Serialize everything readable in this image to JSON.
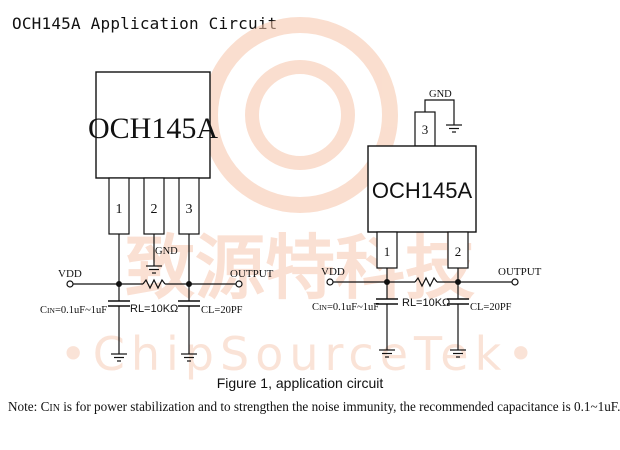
{
  "title": "OCH145A Application Circuit",
  "watermark": {
    "chinese": "致源特科技",
    "latin": "•ChipSourceTek•",
    "color": "#f7c7b0"
  },
  "left_circuit": {
    "chip_label": "OCH145A",
    "pins": [
      "1",
      "2",
      "3"
    ],
    "gnd_label": "GND",
    "vdd_label": "VDD",
    "output_label": "OUTPUT",
    "cin_prefix": "C",
    "cin_sub": "IN",
    "cin_value": "=0.1uF~1uF",
    "rl_label": "RL=10KΩ",
    "cl_label": "CL=20PF"
  },
  "right_circuit": {
    "chip_label": "OCH145A",
    "pins": [
      "1",
      "2",
      "3"
    ],
    "gnd_label": "GND",
    "vdd_label": "VDD",
    "output_label": "OUTPUT",
    "cin_prefix": "C",
    "cin_sub": "IN",
    "cin_value": "=0.1uF~1uF",
    "rl_label": "RL=10KΩ",
    "cl_label": "CL=20PF"
  },
  "caption": "Figure 1, application circuit",
  "note": {
    "prefix": "Note: C",
    "sub": "IN",
    "text": " is for power stabilization and to strengthen the noise immunity, the recommended capacitance is 0.1~1uF."
  }
}
